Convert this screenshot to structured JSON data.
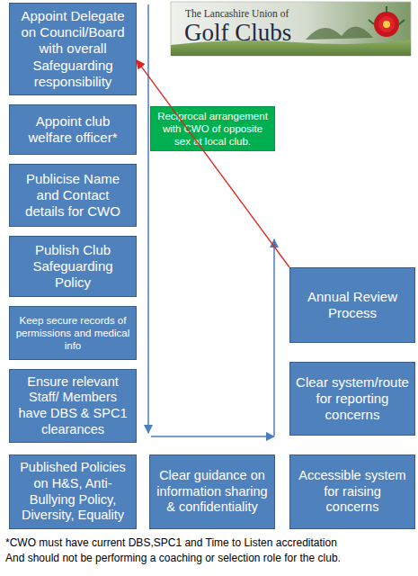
{
  "diagram": {
    "nodes": [
      {
        "text": [
          "Appoint Delegate on Council/Board with overall Safeguarding responsibility"
        ]
      },
      {
        "text": [
          "Appoint club welfare officer*"
        ]
      },
      {
        "text": [
          "Reciprocal arrangement with CWO of opposite sex at local club."
        ]
      },
      {
        "text": [
          "Publicise Name and Contact details for CWO"
        ]
      },
      {
        "text": [
          "Publish Club Safeguarding Policy"
        ]
      },
      {
        "text": [
          "Annual Review Process"
        ]
      },
      {
        "text": [
          "Keep secure records of permissions and medical info"
        ]
      },
      {
        "text": [
          "Clear system/route for reporting concerns"
        ]
      },
      {
        "text": [
          "Ensure relevant Staff/ Members have DBS & SPC1 clearances"
        ]
      },
      {
        "text": [
          "Published Policies on H&S, Anti-Bullying Policy, Diversity, Equality"
        ]
      },
      {
        "text": [
          "Clear guidance on information sharing & confidentiality"
        ]
      },
      {
        "text": [
          "Accessible system for raising concerns"
        ]
      }
    ],
    "edges": [
      {
        "from": 5,
        "to": 0,
        "arrow": "to"
      }
    ],
    "labels": [
      "The Lancashire Union of",
      "Golf Clubs",
      "*CWO must have current DBS,SPC1 and Time to Listen accreditation",
      "And should not be performing a coaching or selection role for the club."
    ]
  }
}
